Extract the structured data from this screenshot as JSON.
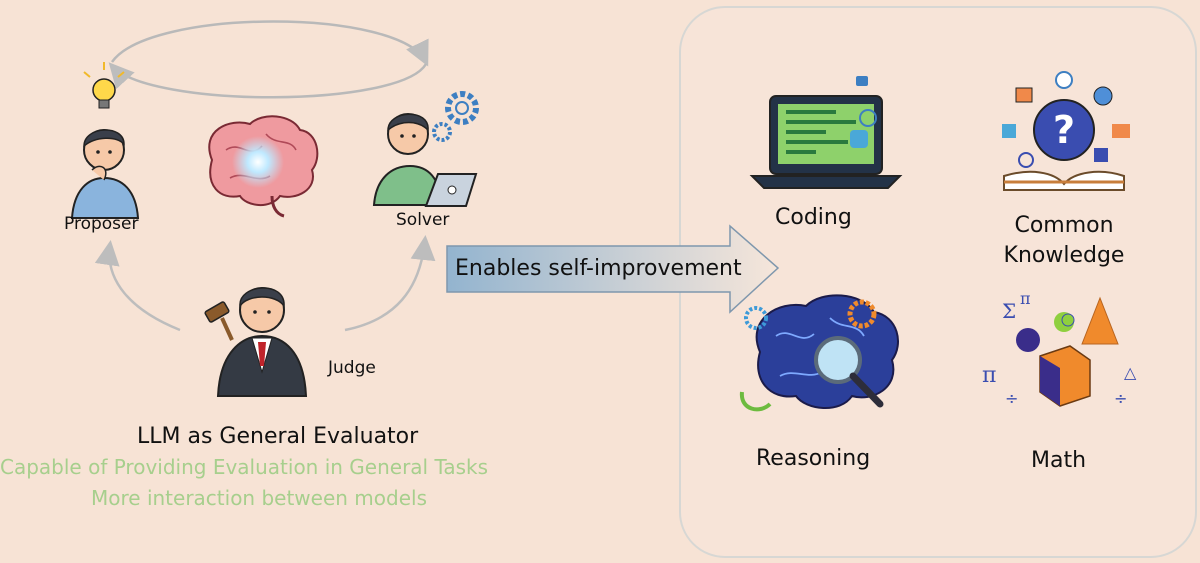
{
  "left": {
    "proposer_label": "Proposer",
    "solver_label": "Solver",
    "judge_label": "Judge",
    "title": "LLM as General Evaluator",
    "subtitle_lines": [
      "Capable of Providing Evaluation in General Tasks",
      "More interaction between models"
    ]
  },
  "arrow_text": "Enables self-improvement",
  "domains": {
    "coding": "Coding",
    "common_knowledge": [
      "Common",
      "Knowledge"
    ],
    "reasoning": "Reasoning",
    "math": "Math"
  },
  "colors": {
    "background": "#f7e3d5",
    "subtitle": "#a7cf8d",
    "arrow_fill_start": "#93b4cf",
    "arrow_fill_end": "#f6e6da",
    "panel_border": "#d7d7d4"
  }
}
